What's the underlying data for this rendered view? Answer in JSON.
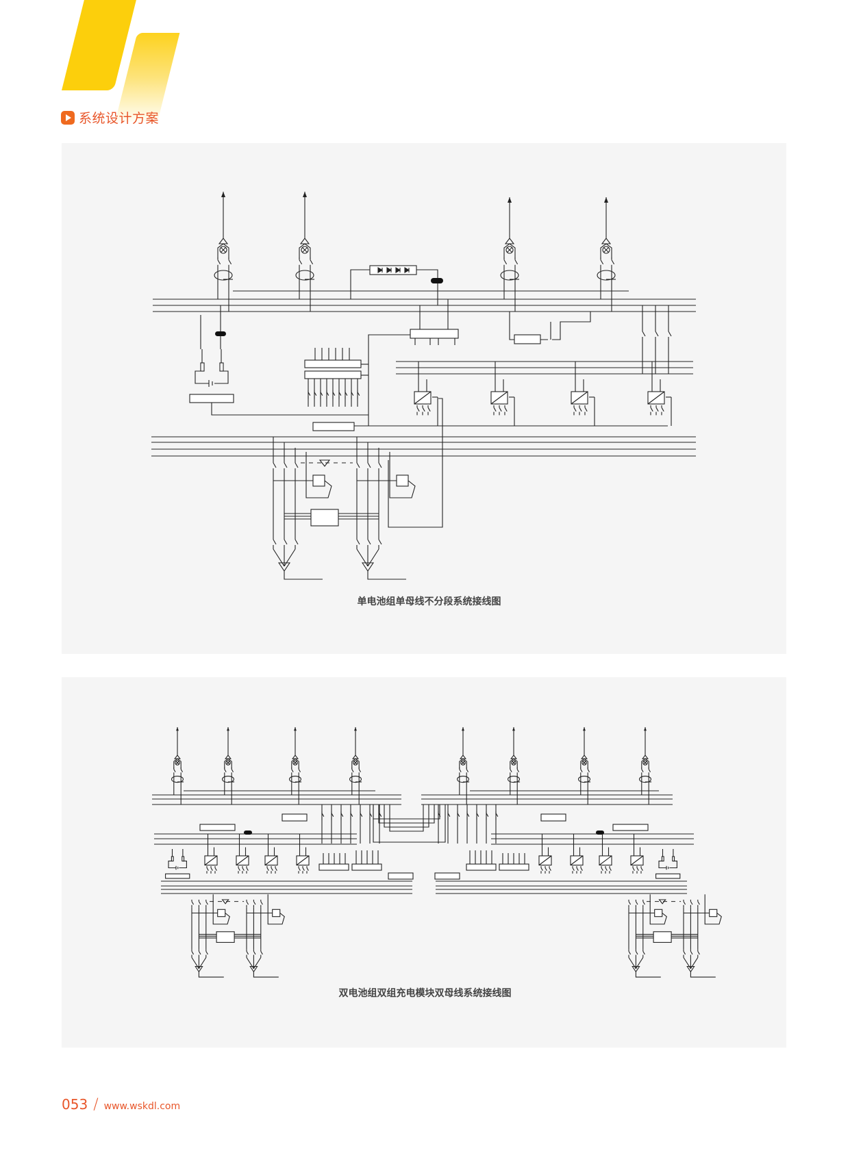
{
  "header": {
    "section_title": "系统设计方案",
    "icon": "play-icon"
  },
  "diagrams": [
    {
      "caption": "单电池组单母线不分段系统接线图"
    },
    {
      "caption": "双电池组双组充电模块双母线系统接线图"
    }
  ],
  "footer": {
    "page_number": "053",
    "website": "www.wskdl.com"
  },
  "colors": {
    "accent": "#e8562a",
    "yellow": "#fccf0c",
    "panel": "#f5f5f5",
    "line": "#222222"
  }
}
